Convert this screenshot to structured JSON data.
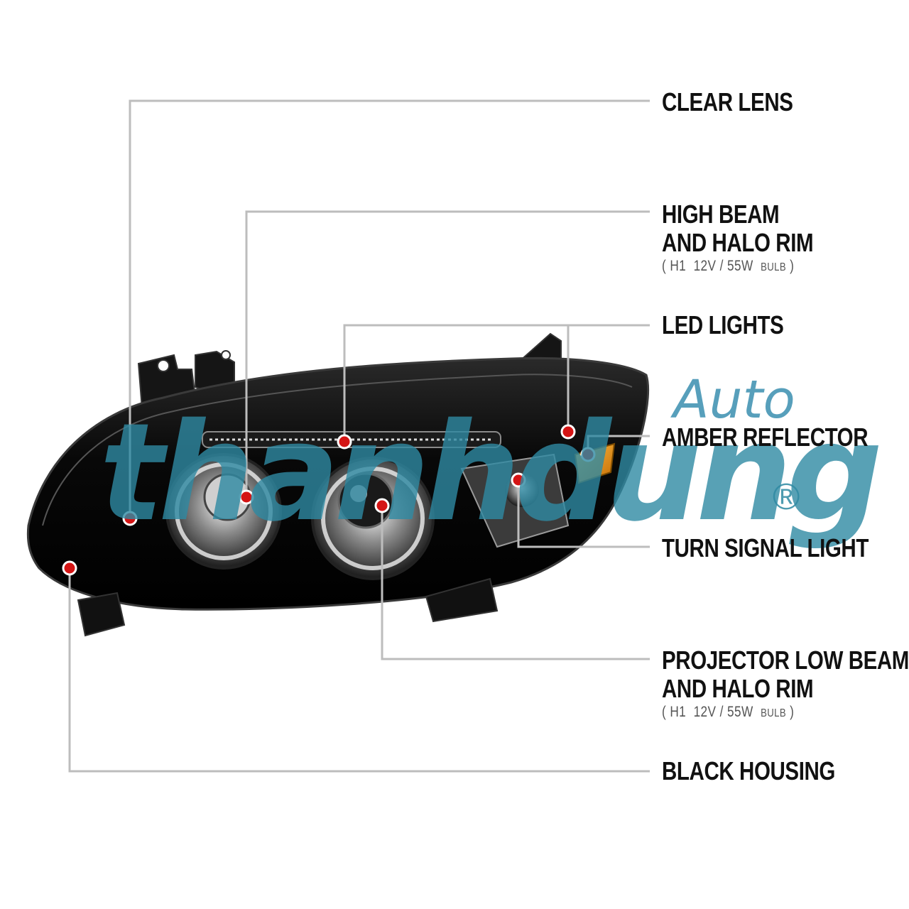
{
  "callouts": {
    "clear_lens": "CLEAR LENS",
    "high_beam_line1": "HIGH BEAM",
    "high_beam_line2": "AND HALO RIM",
    "high_beam_spec_bulb": "H1",
    "high_beam_spec_power": "12V / 55W",
    "high_beam_spec_word": "BULB",
    "led_lights": "LED LIGHTS",
    "amber_reflector": "AMBER REFLECTOR",
    "turn_signal": "TURN SIGNAL LIGHT",
    "low_beam_line1": "PROJECTOR LOW BEAM",
    "low_beam_line2": "AND HALO RIM",
    "low_beam_spec_bulb": "H1",
    "low_beam_spec_power": "12V / 55W",
    "low_beam_spec_word": "BULB",
    "black_housing": "BLACK HOUSING"
  },
  "watermark": {
    "auto": "Auto",
    "brand": "thanhdung",
    "registered": "®"
  },
  "colors": {
    "leader_line": "#bdbdbd",
    "dot": "#d41414",
    "watermark": "#2f8aa3",
    "amber": "#e8951c",
    "housing": "#0c0c0c"
  }
}
